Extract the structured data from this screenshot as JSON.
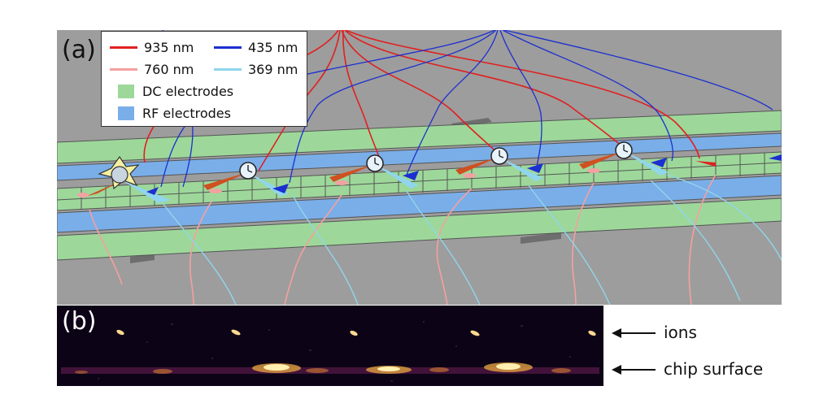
{
  "panel_a": {
    "label": "(a)",
    "legend": {
      "lines": [
        {
          "label": "935 nm",
          "color": "#e02020"
        },
        {
          "label": "435 nm",
          "color": "#1c2fd0"
        },
        {
          "label": "760 nm",
          "color": "#f5a0a0"
        },
        {
          "label": "369 nm",
          "color": "#8fd6ec"
        }
      ],
      "patches": [
        {
          "label": "DC electrodes",
          "color": "#9dd89a"
        },
        {
          "label": "RF electrodes",
          "color": "#7aaee8"
        }
      ]
    },
    "colors": {
      "background": "#9d9d9d",
      "dc": "#9dd89a",
      "rf": "#7aaee8",
      "red": "#e02020",
      "blue": "#1c2fd0",
      "pink": "#f5a0a0",
      "cyan": "#8fd6ec"
    },
    "icons": [
      "star-ion-icon",
      "clock-icon"
    ]
  },
  "panel_b": {
    "label": "(b)",
    "annotations": {
      "ions": "ions",
      "surface": "chip surface"
    }
  }
}
